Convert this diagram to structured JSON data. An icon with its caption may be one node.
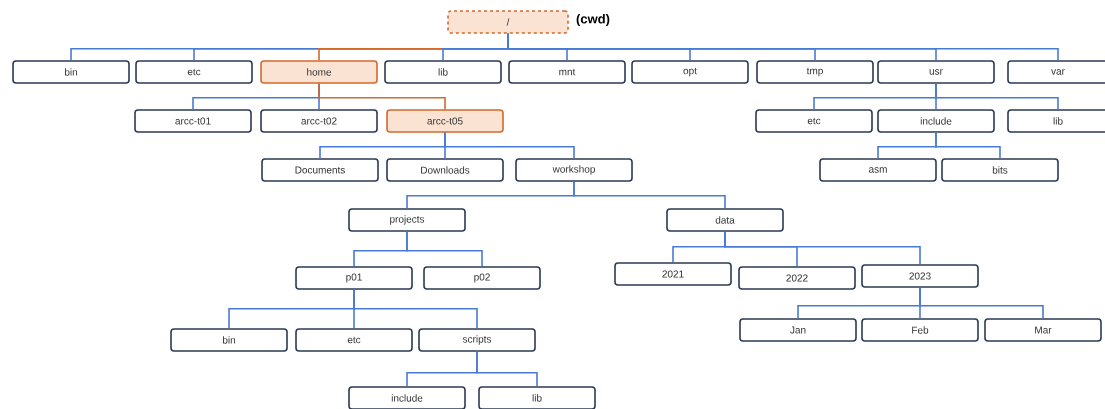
{
  "diagram": {
    "nodes": [
      {
        "text": [
          "/"
        ],
        "beside": [
          "(cwd)"
        ]
      },
      {
        "text": [
          "bin"
        ]
      },
      {
        "text": [
          "etc"
        ]
      },
      {
        "text": [
          "home"
        ]
      },
      {
        "text": [
          "lib"
        ]
      },
      {
        "text": [
          "mnt"
        ]
      },
      {
        "text": [
          "opt"
        ]
      },
      {
        "text": [
          "tmp"
        ]
      },
      {
        "text": [
          "usr"
        ]
      },
      {
        "text": [
          "var"
        ]
      },
      {
        "text": [
          "arcc-t01"
        ]
      },
      {
        "text": [
          "arcc-t02"
        ]
      },
      {
        "text": [
          "arcc-t05"
        ]
      },
      {
        "text": [
          "etc"
        ]
      },
      {
        "text": [
          "include"
        ]
      },
      {
        "text": [
          "lib"
        ]
      },
      {
        "text": [
          "Documents"
        ]
      },
      {
        "text": [
          "Downloads"
        ]
      },
      {
        "text": [
          "workshop"
        ]
      },
      {
        "text": [
          "asm"
        ]
      },
      {
        "text": [
          "bits"
        ]
      },
      {
        "text": [
          "projects"
        ]
      },
      {
        "text": [
          "data"
        ]
      },
      {
        "text": [
          "p01"
        ]
      },
      {
        "text": [
          "p02"
        ]
      },
      {
        "text": [
          "2021"
        ]
      },
      {
        "text": [
          "2022"
        ]
      },
      {
        "text": [
          "2023"
        ]
      },
      {
        "text": [
          "bin"
        ]
      },
      {
        "text": [
          "etc"
        ]
      },
      {
        "text": [
          "scripts"
        ]
      },
      {
        "text": [
          "Jan"
        ]
      },
      {
        "text": [
          "Feb"
        ]
      },
      {
        "text": [
          "Mar"
        ]
      },
      {
        "text": [
          "include"
        ]
      },
      {
        "text": [
          "lib"
        ]
      }
    ],
    "edges": [
      {
        "from": 0,
        "to": 1,
        "arrow": "none"
      },
      {
        "from": 0,
        "to": 2,
        "arrow": "none"
      },
      {
        "from": 0,
        "to": 3,
        "arrow": "none",
        "color": "#d4692b"
      },
      {
        "from": 0,
        "to": 4,
        "arrow": "none"
      },
      {
        "from": 0,
        "to": 5,
        "arrow": "none"
      },
      {
        "from": 0,
        "to": 6,
        "arrow": "none"
      },
      {
        "from": 0,
        "to": 7,
        "arrow": "none"
      },
      {
        "from": 0,
        "to": 8,
        "arrow": "none"
      },
      {
        "from": 0,
        "to": 9,
        "arrow": "none"
      },
      {
        "from": 3,
        "to": 10,
        "arrow": "none"
      },
      {
        "from": 3,
        "to": 11,
        "arrow": "none"
      },
      {
        "from": 3,
        "to": 12,
        "arrow": "none",
        "color": "#d4692b"
      },
      {
        "from": 8,
        "to": 13,
        "arrow": "none"
      },
      {
        "from": 8,
        "to": 14,
        "arrow": "none"
      },
      {
        "from": 8,
        "to": 15,
        "arrow": "none"
      },
      {
        "from": 12,
        "to": 16,
        "arrow": "none"
      },
      {
        "from": 12,
        "to": 17,
        "arrow": "none"
      },
      {
        "from": 12,
        "to": 18,
        "arrow": "none"
      },
      {
        "from": 14,
        "to": 19,
        "arrow": "none"
      },
      {
        "from": 14,
        "to": 20,
        "arrow": "none"
      },
      {
        "from": 18,
        "to": 21,
        "arrow": "none"
      },
      {
        "from": 18,
        "to": 22,
        "arrow": "none"
      },
      {
        "from": 21,
        "to": 23,
        "arrow": "none"
      },
      {
        "from": 21,
        "to": 24,
        "arrow": "none"
      },
      {
        "from": 22,
        "to": 25,
        "arrow": "none"
      },
      {
        "from": 22,
        "to": 26,
        "arrow": "none"
      },
      {
        "from": 22,
        "to": 27,
        "arrow": "none"
      },
      {
        "from": 23,
        "to": 28,
        "arrow": "none"
      },
      {
        "from": 23,
        "to": 29,
        "arrow": "none"
      },
      {
        "from": 23,
        "to": 30,
        "arrow": "none"
      },
      {
        "from": 27,
        "to": 31,
        "arrow": "none"
      },
      {
        "from": 27,
        "to": 32,
        "arrow": "none"
      },
      {
        "from": 27,
        "to": 33,
        "arrow": "none"
      },
      {
        "from": 30,
        "to": 34,
        "arrow": "none"
      },
      {
        "from": 30,
        "to": 35,
        "arrow": "none"
      }
    ]
  }
}
